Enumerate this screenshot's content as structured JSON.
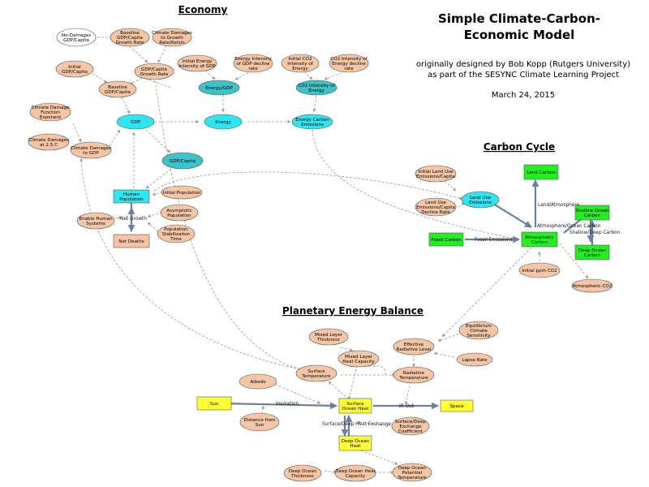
{
  "header": {
    "title_line1": "Simple Climate-Carbon-",
    "title_line2": "Economic Model",
    "credit_line1": "originally designed by Bob Kopp (Rutgers University)",
    "credit_line2": "as part of the SESYNC Climate Learning Project",
    "date": "March 24, 2015"
  },
  "sections": {
    "economy": "Economy",
    "carbon": "Carbon Cycle",
    "energy": "Planetary Energy Balance"
  },
  "nodes": {
    "no_damages_gdp": [
      "No-Damages",
      "GDP/Capita"
    ],
    "baseline_growth": [
      "Baseline",
      "GDP/Capita",
      "Growth Rate"
    ],
    "damages_to_growth": [
      "Climate Damages",
      "to Growth",
      "Rate/Kelvin"
    ],
    "initial_gdp": [
      "Initial",
      "GDP/Capita"
    ],
    "gdp_growth": [
      "GDP/Capita",
      "Growth Rate"
    ],
    "baseline_gdp": [
      "Baseline",
      "GDP/Capita"
    ],
    "init_energy_int": [
      "Initial Energy",
      "Intensity of GDP"
    ],
    "energy_int_decline": [
      "Energy Intensity",
      "of GDP decline",
      "rate"
    ],
    "init_co2_int": [
      "Initial CO2",
      "Intensity of",
      "Energy"
    ],
    "co2_int_decline": [
      "CO2 Intensity of",
      "Energy decline",
      "rate"
    ],
    "energy_gdp": [
      "Energy/GDP"
    ],
    "co2_int_energy": [
      "CO2 Intensity of",
      "Energy"
    ],
    "damage_exponent": [
      "Climate Damage",
      "Function",
      "Exponent"
    ],
    "gdp": [
      "GDP"
    ],
    "energy": [
      "Energy"
    ],
    "energy_emissions": [
      "Energy Carbon",
      "Emissions"
    ],
    "damages_25": [
      "Climate Damages",
      "at 2.5 C"
    ],
    "damages_gdp": [
      "Climate Damages",
      "to GDP"
    ],
    "gdp_capita": [
      "GDP/Capita"
    ],
    "human_pop": [
      "Human",
      "Population"
    ],
    "initial_pop": [
      "Initial Population"
    ],
    "asymptotic_pop": [
      "Asymptotic",
      "Population"
    ],
    "enable_human": [
      "Enable Human",
      "Systems"
    ],
    "pop_stab_time": [
      "Population",
      "Stabilization",
      "Time"
    ],
    "net_deaths": [
      "Net Deaths"
    ],
    "init_land_use": [
      "Initial Land Use",
      "Emissions/Capita"
    ],
    "land_use_decline": [
      "Land Use",
      "Emissions/Capita",
      "Decline Rate"
    ],
    "land_use_emissions": [
      "Land Use",
      "Emissions"
    ],
    "land_carbon": [
      "Land Carbon"
    ],
    "shallow_ocean_carbon": [
      "Shallow Ocean",
      "Carbon"
    ],
    "fossil_carbon": [
      "Fossil Carbon"
    ],
    "atm_carbon": [
      "Atmospheric",
      "Carbon"
    ],
    "deep_ocean_carbon": [
      "Deep Ocean",
      "Carbon"
    ],
    "initial_ppm": [
      "Initial ppm CO2"
    ],
    "atm_co2": [
      "Atmospheric CO2"
    ],
    "equil_sensitivity": [
      "Equilibrium",
      "Climate",
      "Sensitivity"
    ],
    "mixed_thickness": [
      "Mixed Layer",
      "Thickness"
    ],
    "eff_rad_level": [
      "Effective",
      "Radiative Level"
    ],
    "mixed_heat_cap": [
      "Mixed Layer",
      "Heat Capacity"
    ],
    "lapse_rate": [
      "Lapse Rate"
    ],
    "surface_temp": [
      "Surface",
      "Temperature"
    ],
    "radiative_temp": [
      "Radiative",
      "Temperature"
    ],
    "albedo": [
      "Albedo"
    ],
    "sun": [
      "Sun"
    ],
    "surface_ocean_heat": [
      "Surface",
      "Ocean Heat"
    ],
    "space": [
      "Space"
    ],
    "distance_sun": [
      "Distance from",
      "Sun"
    ],
    "exchange_coeff": [
      "Surface/Deep",
      "Exchange",
      "Coefficient"
    ],
    "deep_ocean_heat": [
      "Deep Ocean",
      "Heat"
    ],
    "deep_thickness": [
      "Deep Ocean",
      "Thickness"
    ],
    "deep_heat_cap": [
      "Deep Ocean Heat",
      "Capacity"
    ],
    "deep_potential_temp": [
      "Deep Ocean",
      "Potential",
      "Temperature"
    ]
  },
  "flows": {
    "land_atm": "Land/Atmosphere",
    "atm_ocean": "Atmosphere/Ocean Carbon",
    "shallow_deep": "Shallow/Deep Carbon",
    "fossil": "Fossil Emissions",
    "net_growth": "Net Growth",
    "insolation": "Insolation",
    "ir_out": "IR Out",
    "heat_exchange": "Surface/Deep Heat Exchange"
  },
  "colors": {
    "peach": "#f5c6a5",
    "cyan": "#2ee6f2",
    "teal": "#3cc3c9",
    "green": "#22ee22",
    "yellow": "#ffff33",
    "white": "#ffffff",
    "box_peach": "#f6c3a6"
  }
}
